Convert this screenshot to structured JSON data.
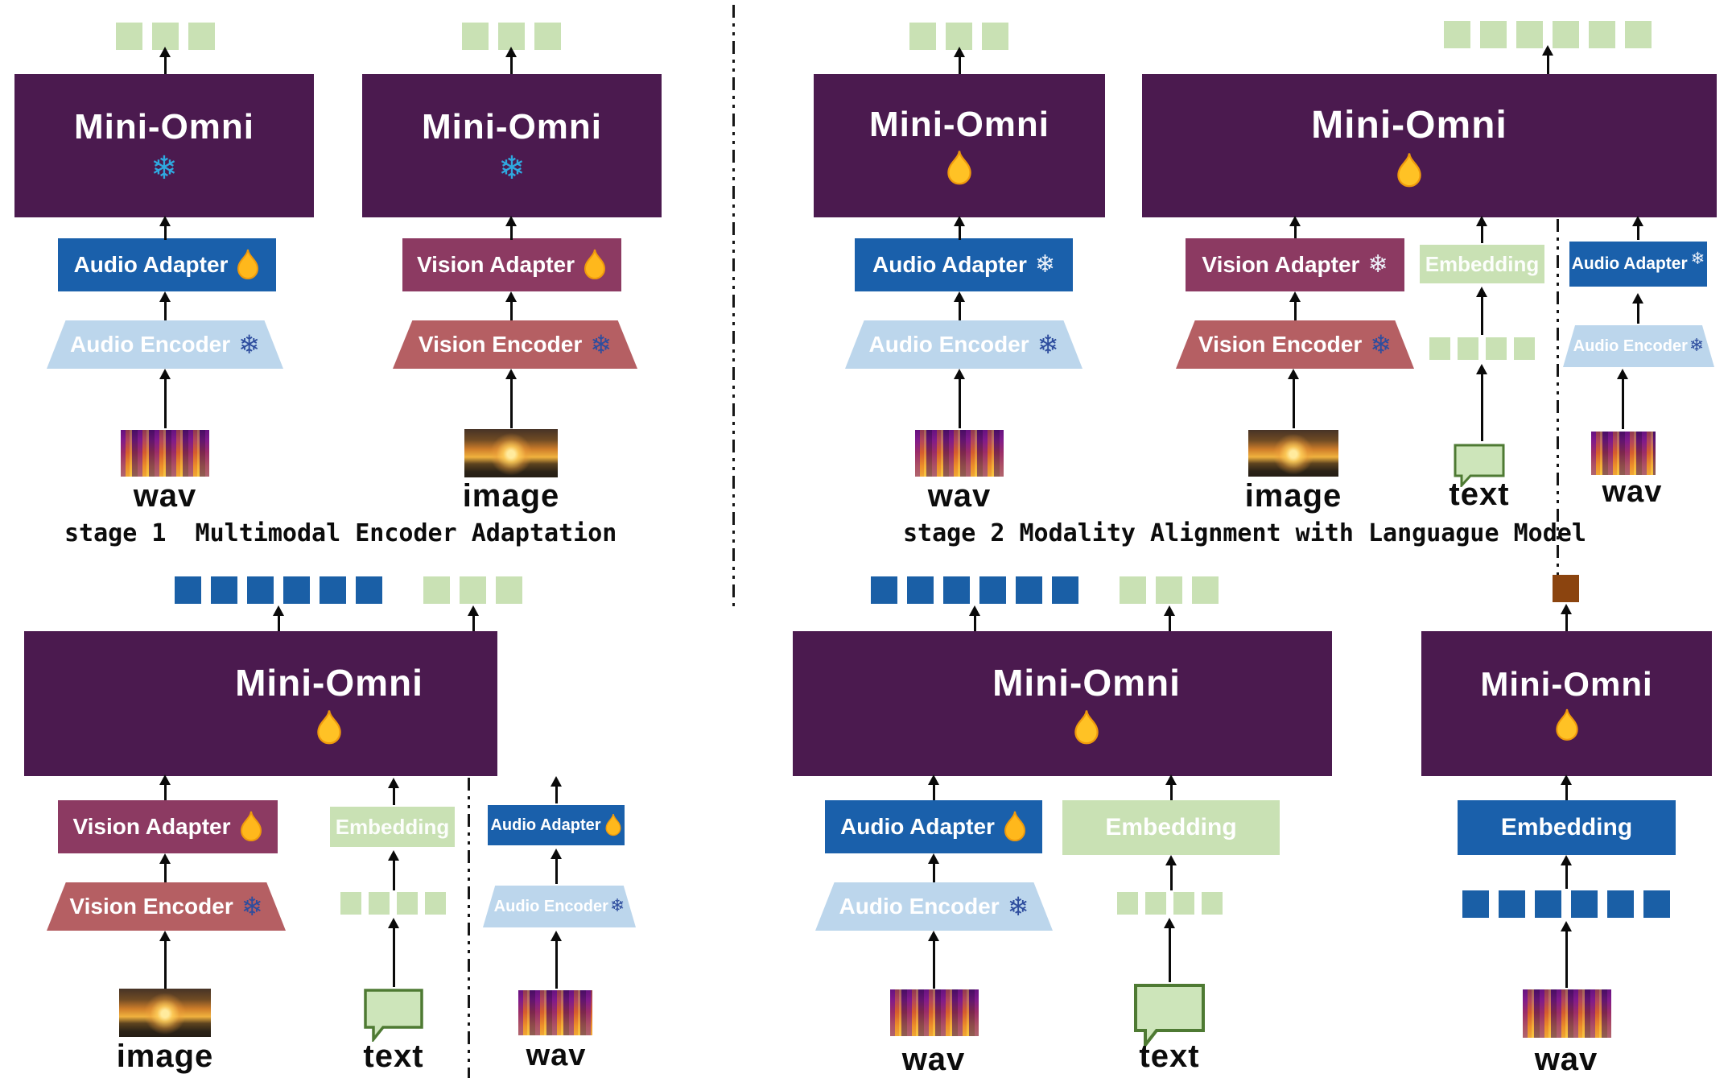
{
  "icons": {
    "snowflake": "❄"
  },
  "colors": {
    "model_purple": "#4B1A4F",
    "adapter_blue": "#1A60AB",
    "adapter_maroon": "#8C3A62",
    "encoder_lightblue": "#BCD6EC",
    "encoder_rose": "#B55F63",
    "token_green": "#C9E1B4",
    "token_blue": "#1A5FA6",
    "token_brown": "#8B440F",
    "snowflake_cyan": "#2FA8DF",
    "snowflake_navy": "#2E4D9E",
    "flame_yellow": "#FFB81C",
    "bubble_green_fill": "#CDE5BA",
    "bubble_green_border": "#4E7A33"
  },
  "stage1": {
    "caption": "stage 1  Multimodal Encoder Adaptation",
    "audio": {
      "model": "Mini-Omni",
      "adapter": "Audio Adapter",
      "encoder": "Audio Encoder",
      "input_label": "wav"
    },
    "vision": {
      "model": "Mini-Omni",
      "adapter": "Vision Adapter",
      "encoder": "Vision Encoder",
      "input_label": "image"
    }
  },
  "stage2": {
    "caption": "stage 2 Modality Alignment with Languague Model",
    "audio": {
      "model": "Mini-Omni",
      "adapter": "Audio Adapter",
      "encoder": "Audio Encoder",
      "input_label": "wav"
    },
    "multimodal": {
      "model": "Mini-Omni",
      "vision": {
        "adapter": "Vision Adapter",
        "encoder": "Vision Encoder",
        "input_label": "image"
      },
      "text": {
        "embedding": "Embedding",
        "input_label": "text"
      },
      "audio": {
        "adapter": "Audio Adapter",
        "encoder": "Audio Encoder",
        "input_label": "wav"
      }
    }
  },
  "stage3_left": {
    "model": "Mini-Omni",
    "vision": {
      "adapter": "Vision Adapter",
      "encoder": "Vision Encoder",
      "input_label": "image"
    },
    "text": {
      "embedding": "Embedding",
      "input_label": "text"
    },
    "audio": {
      "adapter": "Audio Adapter",
      "encoder": "Audio Encoder",
      "input_label": "wav"
    }
  },
  "stage3_middle": {
    "model": "Mini-Omni",
    "audio": {
      "adapter": "Audio Adapter",
      "encoder": "Audio Encoder",
      "input_label": "wav"
    },
    "text": {
      "embedding": "Embedding",
      "input_label": "text"
    }
  },
  "stage3_right": {
    "model": "Mini-Omni",
    "embedding": "Embedding",
    "input_label": "wav"
  },
  "tokens": {
    "s1_audio_out": {
      "count": 3,
      "color": "#C9E1B4",
      "w": 33,
      "h": 34,
      "gap": 12
    },
    "s1_vision_out": {
      "count": 3,
      "color": "#C9E1B4",
      "w": 33,
      "h": 34,
      "gap": 12
    },
    "s2_audio_out": {
      "count": 3,
      "color": "#C9E1B4",
      "w": 33,
      "h": 34,
      "gap": 12
    },
    "s2_multi_out": {
      "count": 6,
      "color": "#C9E1B4",
      "w": 33,
      "h": 34,
      "gap": 12
    },
    "s2_text_in": {
      "count": 4,
      "color": "#C9E1B4",
      "w": 26,
      "h": 28,
      "gap": 9
    },
    "bl_out_blue": {
      "count": 6,
      "color": "#1A5FA6",
      "w": 33,
      "h": 34,
      "gap": 12
    },
    "bl_out_green": {
      "count": 3,
      "color": "#C9E1B4",
      "w": 33,
      "h": 34,
      "gap": 12
    },
    "bl_text_in": {
      "count": 4,
      "color": "#C9E1B4",
      "w": 26,
      "h": 28,
      "gap": 9
    },
    "bm_out_blue": {
      "count": 6,
      "color": "#1A5FA6",
      "w": 33,
      "h": 34,
      "gap": 12
    },
    "bm_out_green": {
      "count": 3,
      "color": "#C9E1B4",
      "w": 33,
      "h": 34,
      "gap": 12
    },
    "bm_text_in": {
      "count": 4,
      "color": "#C9E1B4",
      "w": 26,
      "h": 28,
      "gap": 9
    },
    "br_out_brown": {
      "count": 1,
      "color": "#8B440F",
      "w": 33,
      "h": 34,
      "gap": 12
    },
    "br_in_blue": {
      "count": 6,
      "color": "#1A5FA6",
      "w": 33,
      "h": 34,
      "gap": 12
    }
  }
}
